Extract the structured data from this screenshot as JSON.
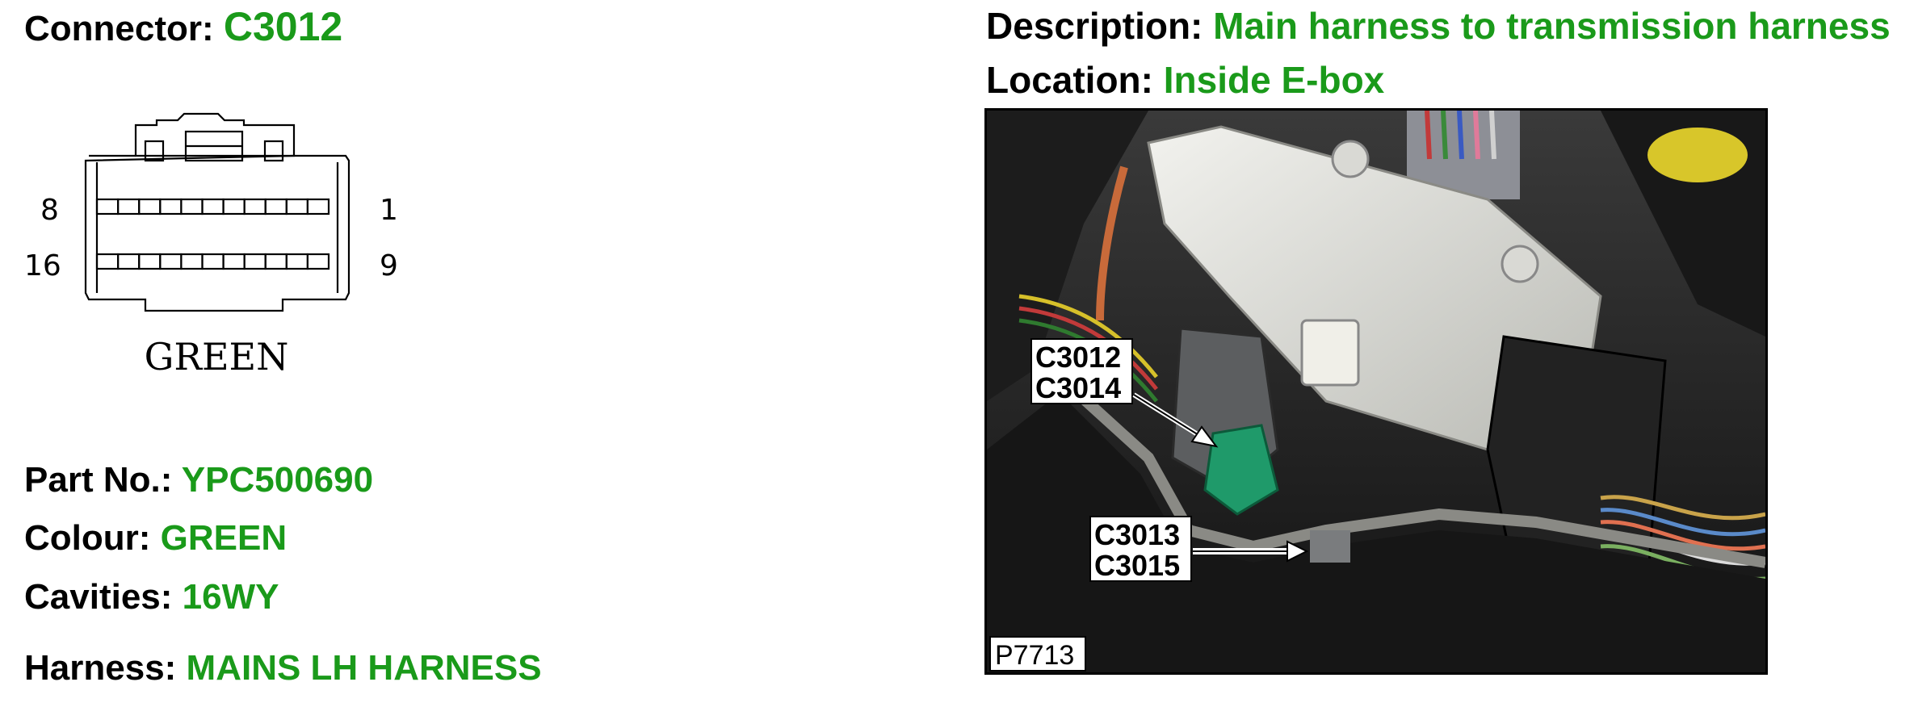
{
  "accent_color": "#1a9a1a",
  "connector": {
    "label": "Connector:",
    "value": "C3012"
  },
  "description": {
    "label": "Description:",
    "value": "Main harness to transmission harness"
  },
  "location": {
    "label": "Location:",
    "value": "Inside E-box"
  },
  "part_no": {
    "label": "Part No.:",
    "value": "YPC500690"
  },
  "colour": {
    "label": "Colour:",
    "value": "GREEN"
  },
  "cavities": {
    "label": "Cavities:",
    "value": "16WY"
  },
  "harness": {
    "label": "Harness:",
    "value": "MAINS LH HARNESS"
  },
  "connector_diagram": {
    "pin_top_left": "8",
    "pin_top_right": "1",
    "pin_bottom_left": "16",
    "pin_bottom_right": "9",
    "colour_caption": "GREEN"
  },
  "photo": {
    "callout_upper_line1": "C3012",
    "callout_upper_line2": "C3014",
    "callout_lower_line1": "C3013",
    "callout_lower_line2": "C3015",
    "reference": "P7713"
  }
}
